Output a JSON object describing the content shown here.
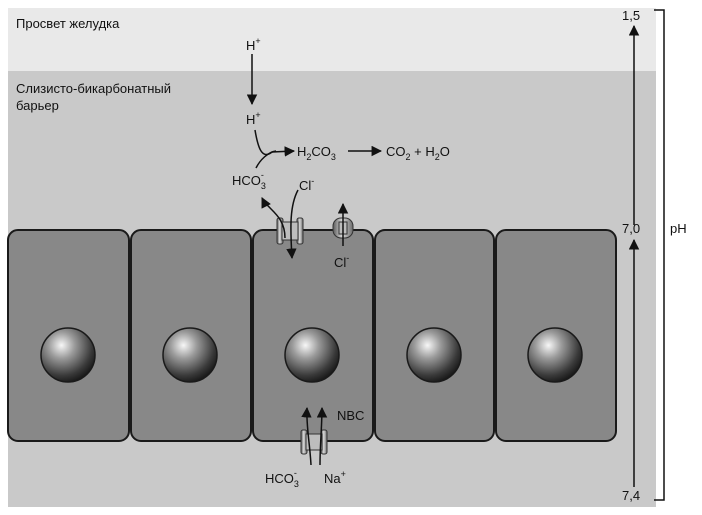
{
  "zones": {
    "lumen_label": "Просвет желудка",
    "barrier_label_line1": "Слизисто-бикарбонатный",
    "barrier_label_line2": "барьер"
  },
  "chemistry": {
    "h_top": {
      "base": "H",
      "sup": "+"
    },
    "h_mid": {
      "base": "H",
      "sup": "+"
    },
    "hco3_top": {
      "base": "HCO",
      "sub": "3",
      "sup": "-"
    },
    "h2co3": {
      "p1": "H",
      "s1": "2",
      "p2": "CO",
      "s2": "3"
    },
    "products": {
      "p1": "CO",
      "s1": "2",
      "p2": " + H",
      "s2": "2",
      "p3": "O"
    },
    "cl_out": {
      "base": "Cl",
      "sup": "-"
    },
    "cl_in": {
      "base": "Cl",
      "sup": "-"
    }
  },
  "basolateral": {
    "transporter_label": "NBC",
    "hco3": {
      "base": "HCO",
      "sub": "3",
      "sup": "-"
    },
    "na": {
      "base": "Na",
      "sup": "+"
    }
  },
  "ph_scale": {
    "title": "pH",
    "tick_top": "1,5",
    "tick_mid": "7,0",
    "tick_bottom": "7,4"
  },
  "colors": {
    "lumen": "#e9e9e9",
    "barrier": "#c9c9c9",
    "cell_fill": "#888888",
    "cell_stroke": "#1a1a1a",
    "nucleus_light": "#f5f5f5",
    "nucleus_dark": "#1e1e1e"
  }
}
